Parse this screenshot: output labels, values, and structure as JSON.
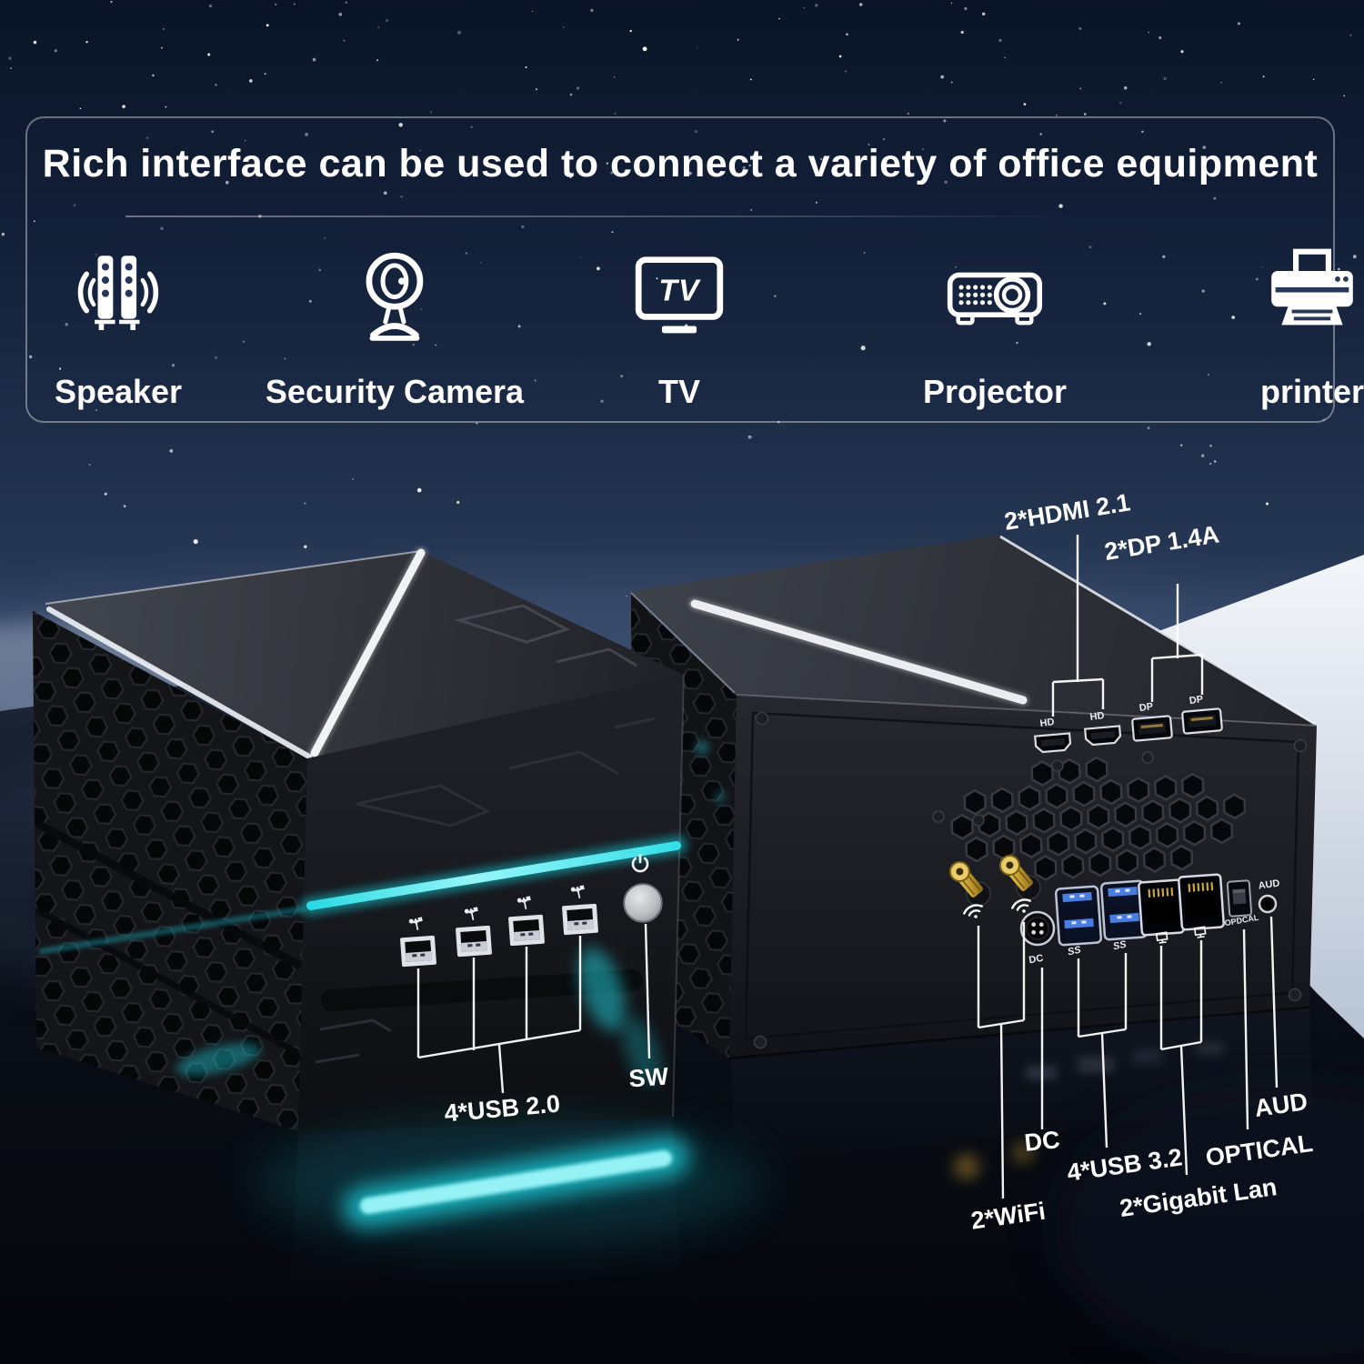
{
  "header": {
    "title": "Rich interface can be used to connect a variety of office equipment",
    "devices": [
      {
        "name": "speaker",
        "label": "Speaker"
      },
      {
        "name": "security-camera",
        "label": "Security Camera"
      },
      {
        "name": "tv",
        "label": "TV",
        "screen_text": "TV"
      },
      {
        "name": "projector",
        "label": "Projector"
      },
      {
        "name": "printer",
        "label": "printer"
      }
    ]
  },
  "callouts": {
    "hdmi": "2*HDMI 2.1",
    "dp": "2*DP 1.4A",
    "usb2": "4*USB 2.0",
    "power": "SW",
    "wifi": "2*WiFi",
    "dc": "DC",
    "usb3": "4*USB 3.2",
    "lan": "2*Gigabit Lan",
    "optical": "OPTICAL",
    "audio": "AUD"
  },
  "chassis_labels": {
    "hdmi": "HD",
    "dp": "DP",
    "dc": "DC",
    "usb3": "SS",
    "optical": "OPDCAL",
    "audio": "AUD"
  },
  "colors": {
    "accent_cyan": "#35e2ec",
    "sky_top": "#0a1426",
    "sky_horizon": "#46587a",
    "ice_white": "#eef1f6",
    "label_white": "#ffffff",
    "antenna_gold": "#d4af37",
    "usb_blue": "#4a7de0",
    "chassis_dark": "#17191e"
  }
}
